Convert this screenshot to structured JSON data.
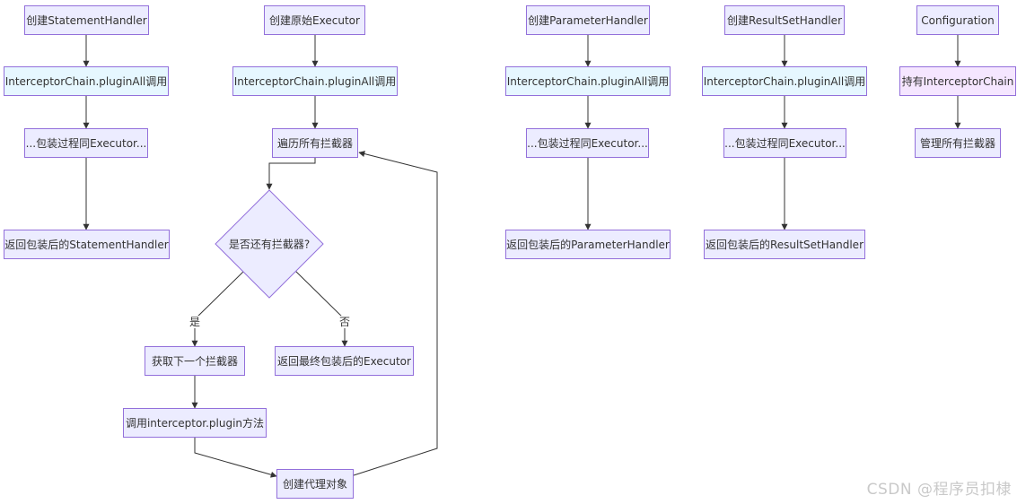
{
  "nodes": {
    "sh_create": "创建StatementHandler",
    "sh_chain": "InterceptorChain.pluginAll调用",
    "sh_wrap": "...包装过程同Executor...",
    "sh_return": "返回包装后的StatementHandler",
    "ex_create": "创建原始Executor",
    "ex_chain": "InterceptorChain.pluginAll调用",
    "ex_loop": "遍历所有拦截器",
    "ex_decision": "是否还有拦截器?",
    "ex_next": "获取下一个拦截器",
    "ex_return": "返回最终包装后的Executor",
    "ex_plugin": "调用interceptor.plugin方法",
    "ex_proxy": "创建代理对象",
    "ph_create": "创建ParameterHandler",
    "ph_chain": "InterceptorChain.pluginAll调用",
    "ph_wrap": "...包装过程同Executor...",
    "ph_return": "返回包装后的ParameterHandler",
    "rh_create": "创建ResultSetHandler",
    "rh_chain": "InterceptorChain.pluginAll调用",
    "rh_wrap": "...包装过程同Executor...",
    "rh_return": "返回包装后的ResultSetHandler",
    "cfg": "Configuration",
    "cfg_hold": "持有InterceptorChain",
    "cfg_manage": "管理所有拦截器"
  },
  "edge_labels": {
    "yes": "是",
    "no": "否"
  },
  "colors": {
    "node_fill": "#ECECFF",
    "node_fill_cyan": "#E6F7FF",
    "node_fill_pink": "#F5E6FF",
    "node_border": "#9370DB",
    "edge": "#333333"
  },
  "watermark": "CSDN @程序员扣棣"
}
